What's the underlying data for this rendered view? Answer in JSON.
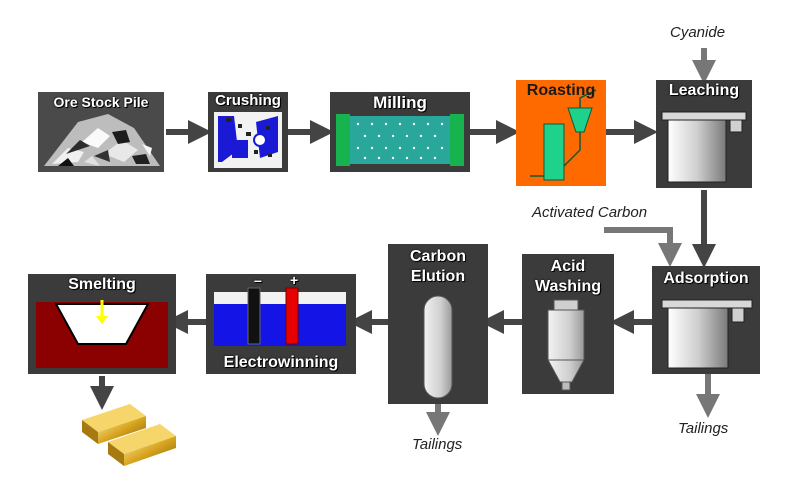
{
  "stages": {
    "ore_stock_pile": "Ore Stock Pile",
    "crushing": "Crushing",
    "milling": "Milling",
    "roasting": "Roasting",
    "leaching": "Leaching",
    "adsorption": "Adsorption",
    "acid_washing_line1": "Acid",
    "acid_washing_line2": "Washing",
    "carbon_elution_line1": "Carbon",
    "carbon_elution_line2": "Elution",
    "electrowinning": "Electrowinning",
    "smelting": "Smelting"
  },
  "inputs": {
    "cyanide": "Cyanide",
    "activated_carbon": "Activated Carbon"
  },
  "outputs": {
    "tailings_adsorption": "Tailings",
    "tailings_elution": "Tailings"
  },
  "electrode_signs": {
    "negative": "–",
    "positive": "+"
  },
  "colors": {
    "box_dark": "#3b3b3b",
    "roasting_orange": "#ff6a00",
    "equipment_green": "#1ed28c",
    "milling_teal": "#2aa79b",
    "electrolyte_blue": "#1414e6",
    "anode_red": "#e60000",
    "crucible_red": "#8b0000",
    "arrow_gray": "#444444",
    "input_arrow_gray": "#777777",
    "gold": "#d8a520"
  }
}
